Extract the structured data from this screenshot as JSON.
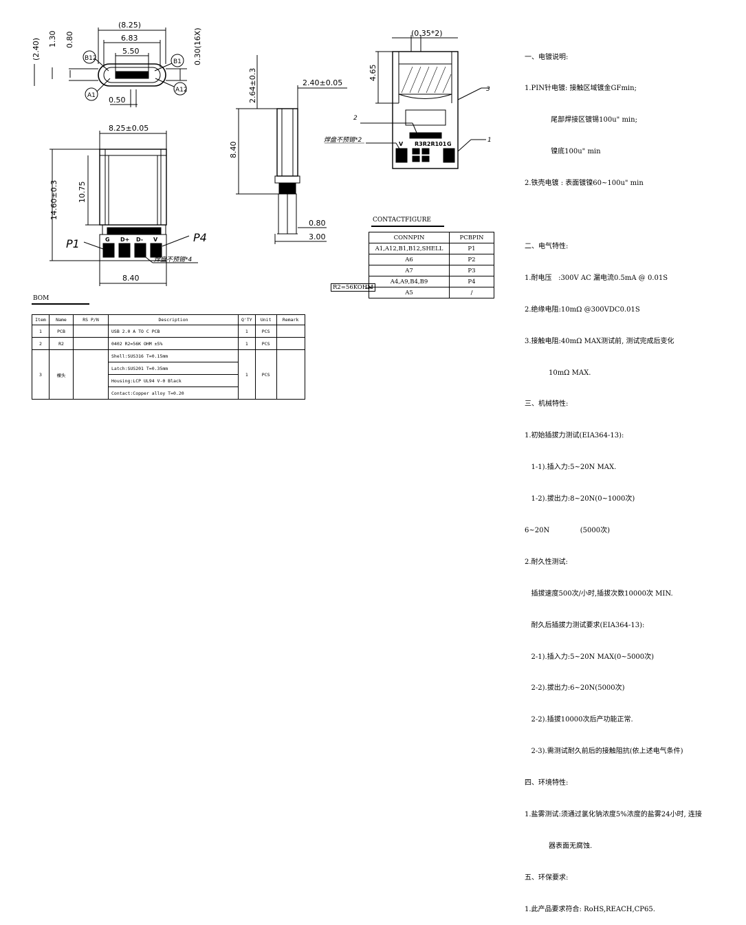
{
  "dims": {
    "top_w_outer": "(8.25)",
    "top_w_mid": "6.83",
    "top_w_inner": "5.50",
    "pitch": "0.50",
    "left_v1": "(2.40)",
    "left_v2": "1.30",
    "left_v3": "0.80",
    "right_v": "0.30(16X)",
    "pin_b12": "B12",
    "pin_b1": "B1",
    "pin_a1": "A1",
    "pin_a12": "A12",
    "front_w": "8.25±0.05",
    "front_h": "14.60±0.3",
    "front_h2": "10.75",
    "front_base": "8.40",
    "pad_labels": [
      "G",
      "D+",
      "D-",
      "V"
    ],
    "p1": "P1",
    "p4": "P4",
    "front_note": "焊盘不预锡*4",
    "side_a": "2.64±0.3",
    "side_b": "2.40±0.05",
    "side_c": "8.40",
    "side_d": "0.80",
    "side_e": "3.00",
    "rear_top": "(0.35*2)",
    "rear_h": "4.65",
    "rear_pads": [
      "V",
      "R3R2R101",
      "G"
    ],
    "rear_note": "焊盘不预锡*2",
    "callout_1": "1",
    "callout_2": "2",
    "callout_3": "3"
  },
  "contact": {
    "title": "CONTACTFIGURE",
    "headers": [
      "CONNPIN",
      "PCBPIN"
    ],
    "rows": [
      [
        "A1,A12,B1,B12,SHELL",
        "P1"
      ],
      [
        "A6",
        "P2"
      ],
      [
        "A7",
        "P3"
      ],
      [
        "A4,A9,B4,B9",
        "P4"
      ],
      [
        "A5",
        "/"
      ]
    ],
    "r2_label": "R2=56KOHM"
  },
  "bom": {
    "title": "BOM",
    "headers": [
      "Item",
      "Name",
      "RS P/N",
      "Description",
      "Q'TY",
      "Unit",
      "Remark"
    ],
    "rows": [
      {
        "item": "1",
        "name": "PCB",
        "desc": "USB 2.0  A TO C  PCB",
        "qty": "1",
        "unit": "PCS"
      },
      {
        "item": "2",
        "name": "R2",
        "desc": "0402  R2=56K OHM ±5%",
        "qty": "1",
        "unit": "PCS"
      }
    ],
    "group": {
      "item": "3",
      "name": "裸头",
      "qty": "1",
      "unit": "PCS",
      "descs": [
        "Shell:SUS316 T=0.15mm",
        "Latch:SUS201 T=0.35mm",
        "Housing:LCP UL94 V-0  Black",
        "Contact:Copper alloy T=0.20"
      ]
    }
  },
  "notes": [
    "一、电镀说明:",
    "1.PIN针电镀: 接触区域镀金GFmin;",
    "            尾部焊接区镀锡100u\" min;",
    "            镍底100u\" min",
    "2.铁壳电镀 : 表面镀镍60~100u\" min",
    "",
    "二、电气特性:",
    "1.耐电压   :300V AC 漏电流0.5mA @ 0.01S",
    "2.绝缘电阻:10mΩ @300VDC0.01S",
    "3.接触电阻:40mΩ MAX测试前, 测试完成后变化",
    "           10mΩ MAX.",
    "三、机械特性:",
    "1.初始插拔力测试(EIA364-13):",
    "   1-1).插入力:5~20N MAX.",
    "   1-2).拔出力:8~20N(0~1000次)",
    "6~20N              (5000次)",
    "2.耐久性测试:",
    "   插拔速度500次/小时,插拔次数10000次 MIN.",
    "   耐久后插拔力测试要求(EIA364-13):",
    "   2-1).插入力:5~20N MAX(0~5000次)",
    "   2-2).拔出力:6~20N(5000次)",
    "   2-2).插拔10000次后产功能正常.",
    "   2-3).需测试耐久前后的接触阻抗(依上述电气条件)",
    "四、环境特性:",
    "1.盐雾测试:须通过氯化钠浓度5%浓度的盐雾24小时, 连接",
    "           器表面无腐蚀.",
    "五、环保要求:",
    "1.此产品要求符合: RoHS,REACH,CP65."
  ]
}
